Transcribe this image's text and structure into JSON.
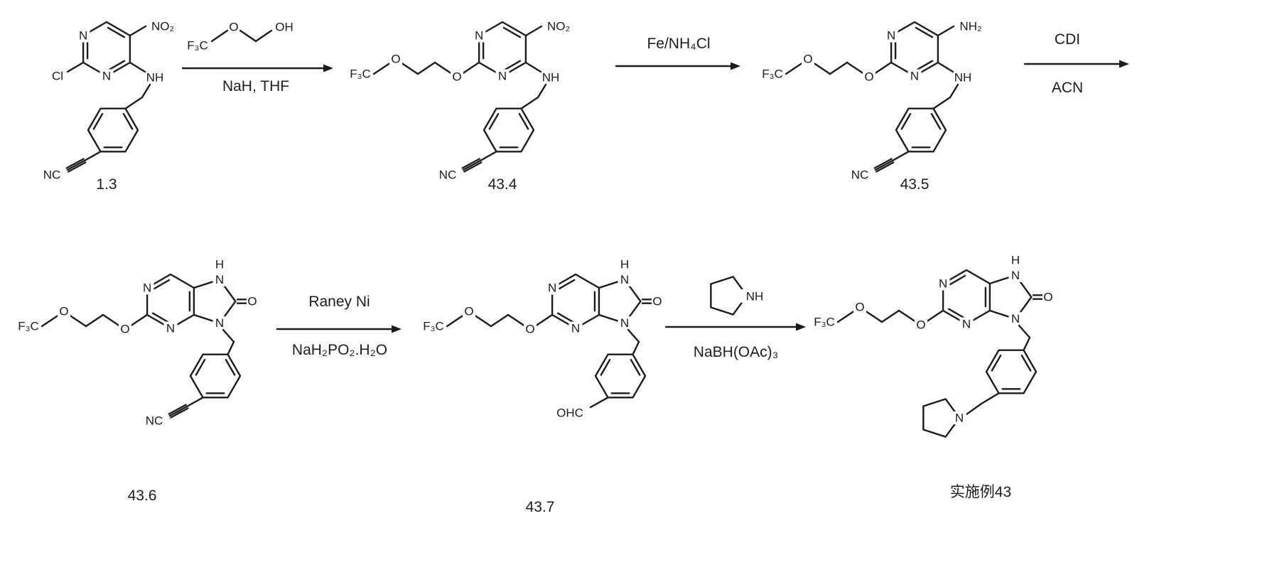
{
  "colors": {
    "ink": "#1c1c1c",
    "paper": "#ffffff"
  },
  "atoms": {
    "N": "N",
    "H": "H",
    "O": "O",
    "OH": "OH",
    "NH": "NH",
    "NH2": "NH₂",
    "NO2": "NO₂",
    "Cl": "Cl",
    "NC": "NC",
    "OHC": "OHC",
    "F3C": "F₃C"
  },
  "compounds": {
    "c13": {
      "label": "1.3"
    },
    "c434": {
      "label": "43.4"
    },
    "c435": {
      "label": "43.5"
    },
    "c436": {
      "label": "43.6"
    },
    "c437": {
      "label": "43.7"
    },
    "final": {
      "label": "实施例43"
    }
  },
  "reagents": {
    "step1_below": "NaH, THF",
    "step2_above": "Fe/NH₄Cl",
    "step3_above": "CDI",
    "step3_below": "ACN",
    "step4_above": "Raney Ni",
    "step4_below": "NaH₂PO₂.H₂O",
    "step5_below": "NaBH(OAc)₃"
  }
}
